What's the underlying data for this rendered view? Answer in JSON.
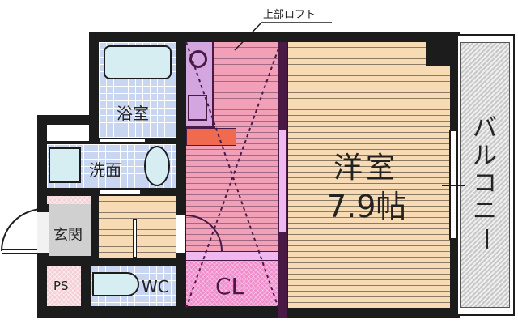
{
  "floorplan": {
    "rooms": {
      "western_room": {
        "name": "洋室",
        "size": "7.9帖"
      },
      "bathroom": {
        "name": "浴室"
      },
      "washroom": {
        "name": "洗面"
      },
      "entrance": {
        "name": "玄関"
      },
      "toilet": {
        "name": "WC"
      },
      "pipe_space": {
        "name": "PS"
      },
      "closet": {
        "name": "CL"
      },
      "balcony": {
        "name": "バルコニー",
        "chars": [
          "バ",
          "ル",
          "コ",
          "ニ",
          "ー"
        ]
      },
      "loft_annotation": {
        "name": "上部ロフト"
      }
    },
    "colors": {
      "wall": "#1c1c1c",
      "western_room_floor": "#f7dbb4",
      "kitchen_floor": "#f2a0b8",
      "kitchen_counter": "#d4a6e0",
      "stove_accent": "#f06a50",
      "closet": "#f08ccb",
      "tile": "#c9d6f2",
      "balcony": "#d8d8d8",
      "entrance": "#d0d0d0",
      "pipe_space": "#f4d0d6"
    }
  }
}
